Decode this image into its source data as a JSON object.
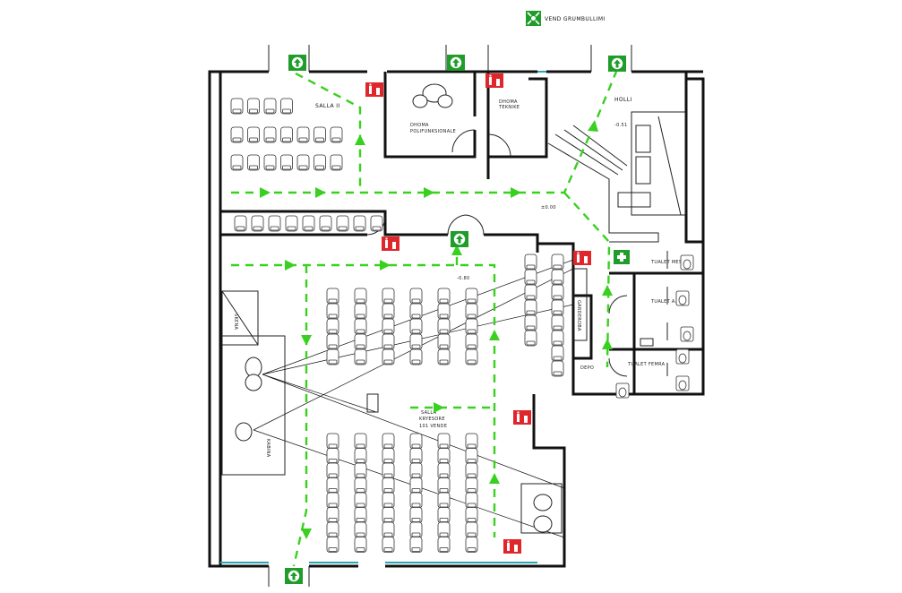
{
  "legend": {
    "label": "VEND GRUMBULLIMI",
    "icon": "assembly-point-icon"
  },
  "rooms": {
    "salla2": "SALLA II",
    "dhoma_polifunksionale_1": "DHOMA",
    "dhoma_polifunksionale_2": "POLIFUNKSIONALE",
    "dhoma_teknike_1": "DHOMA",
    "dhoma_teknike_2": "TEKNIKE",
    "holli": "HOLLI",
    "salla_kryesore_1": "SALLA",
    "salla_kryesore_2": "KRYESORE",
    "salla_kryesore_3": "101 VENDE",
    "depo": "DEPO",
    "tualet_meshkuj": "TUALET MESHKUJ",
    "tualet_aak": "TUALET A.A.K",
    "tualet_femra": "TUALET FEMRA",
    "garderoba": "GARDEROBA",
    "skena": "SKENA",
    "kabina": "KABINA"
  },
  "levels": {
    "holli": "-0.51",
    "korridor": "±0.00",
    "salla": "-0.80"
  },
  "colors": {
    "route": "#39d01f",
    "exit_sign": "#1f9c2a",
    "extinguisher": "#e0262a",
    "glazing": "#2aa6b3"
  },
  "icons": [
    "exit-sign-icon",
    "fire-extinguisher-icon",
    "first-aid-icon",
    "assembly-point-icon",
    "route-arrow-icon"
  ]
}
